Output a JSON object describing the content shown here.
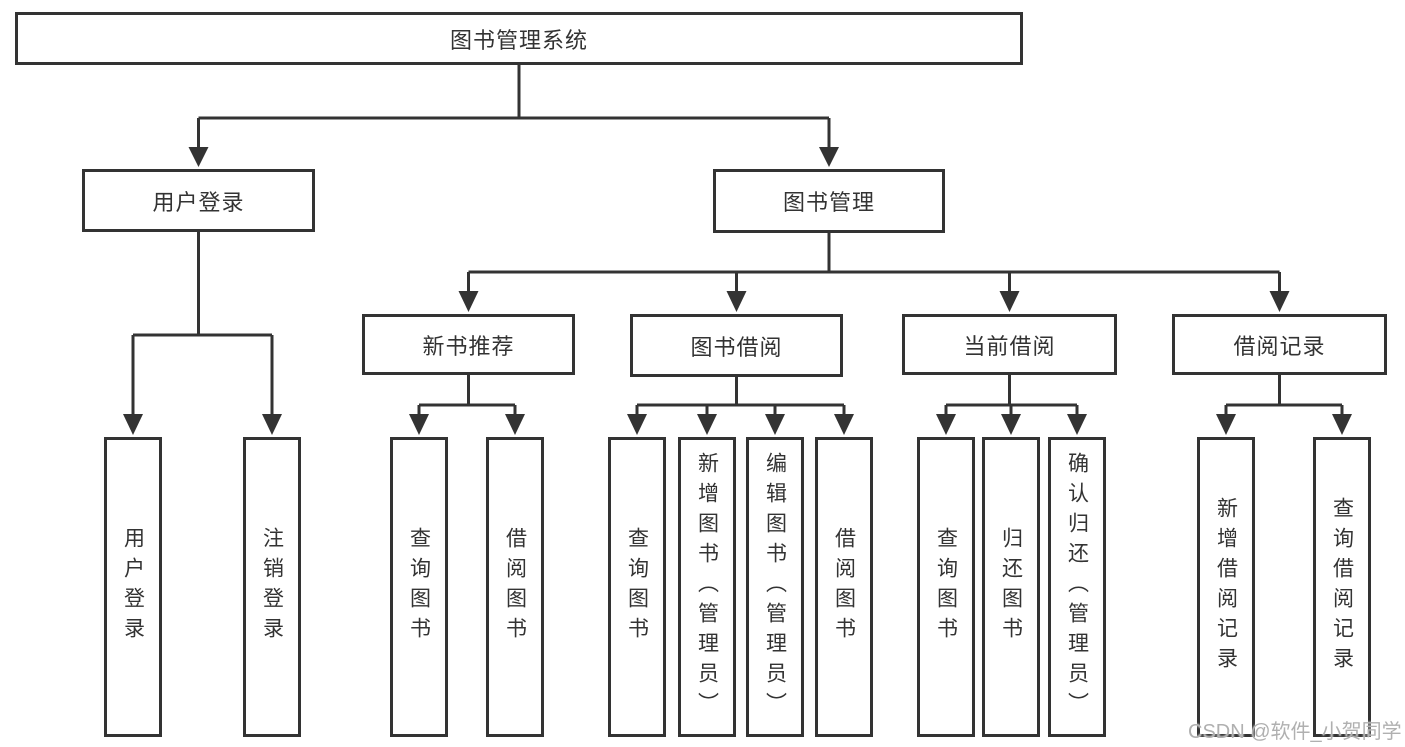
{
  "diagram": {
    "colors": {
      "line": "#333333",
      "box_border": "#333333",
      "text": "#333333",
      "watermark_text": "#b0b0b0",
      "background": "#ffffff"
    },
    "watermark": "CSDN @软件_小贺同学",
    "nodes": {
      "root": {
        "label": "图书管理系统"
      },
      "user_login": {
        "label": "用户登录"
      },
      "book_mgmt": {
        "label": "图书管理"
      },
      "new_book_rec": {
        "label": "新书推荐"
      },
      "book_borrow": {
        "label": "图书借阅"
      },
      "current_borrow": {
        "label": "当前借阅"
      },
      "borrow_record": {
        "label": "借阅记录"
      },
      "leaf_user_login": {
        "label": "用户登录"
      },
      "leaf_logout": {
        "label": "注销登录"
      },
      "rec_query_books": {
        "label": "查询图书"
      },
      "rec_borrow_books": {
        "label": "借阅图书"
      },
      "bb_query_books": {
        "label": "查询图书"
      },
      "bb_add_books": {
        "label": "新增图书（管理员）"
      },
      "bb_edit_books": {
        "label": "编辑图书（管理员）"
      },
      "bb_borrow_books": {
        "label": "借阅图书"
      },
      "cb_query_books": {
        "label": "查询图书"
      },
      "cb_return_books": {
        "label": "归还图书"
      },
      "cb_confirm_return": {
        "label": "确认归还（管理员）"
      },
      "br_add_record": {
        "label": "新增借阅记录"
      },
      "br_query_record": {
        "label": "查询借阅记录"
      }
    }
  }
}
